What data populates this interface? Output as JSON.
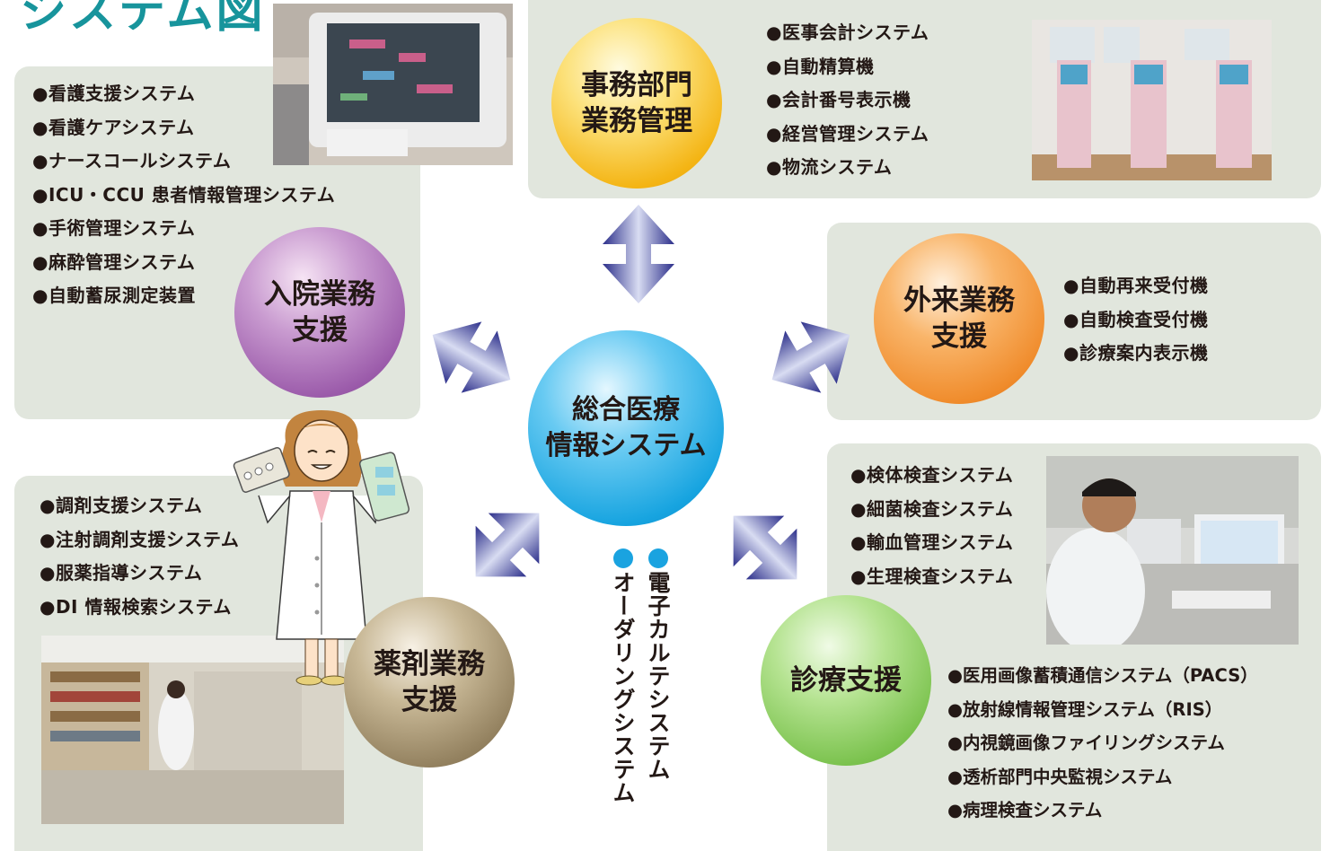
{
  "title": "システム図",
  "center": {
    "label": "総合医療\n情報システム"
  },
  "nodes": {
    "jimu": {
      "label": "事務部門\n業務管理",
      "items": [
        "●医事会計システム",
        "●自動精算機",
        "●会計番号表示機",
        "●経営管理システム",
        "●物流システム"
      ]
    },
    "nyuin": {
      "label": "入院業務\n支援",
      "items": [
        "●看護支援システム",
        "●看護ケアシステム",
        "●ナースコールシステム",
        "●ICU・CCU 患者情報管理システム",
        "●手術管理システム",
        "●麻酔管理システム",
        "●自動蓄尿測定装置"
      ]
    },
    "gairai": {
      "label": "外来業務\n支援",
      "items": [
        "●自動再来受付機",
        "●自動検査受付機",
        "●診療案内表示機"
      ]
    },
    "yakuzai": {
      "label": "薬剤業務\n支援",
      "items": [
        "●調剤支援システム",
        "●注射調剤支援システム",
        "●服薬指導システム",
        "●DI 情報検索システム"
      ]
    },
    "shinryo": {
      "label": "診療支援",
      "items_top": [
        "●検体検査システム",
        "●細菌検査システム",
        "●輸血管理システム",
        "●生理検査システム"
      ],
      "items_bottom": [
        "●医用画像蓄積通信システム（PACS）",
        "●放射線情報管理システム（RIS）",
        "●内視鏡画像ファイリングシステム",
        "●透析部門中央監視システム",
        "●病理検査システム"
      ]
    }
  },
  "vertical_labels": [
    "電子カルテシステム",
    "オーダリングシステム"
  ],
  "colors": {
    "panel": "#e1e6dd",
    "title": "#17949c",
    "center": "#15a7e3",
    "jimu": "#f7c31c",
    "nyuin": "#9b5eab",
    "gairai": "#f08a2a",
    "yakuzai": "#8a7a5c",
    "shinryo": "#7dc451",
    "arrow": "#3a3d97",
    "dot": "#1aa3e0"
  }
}
